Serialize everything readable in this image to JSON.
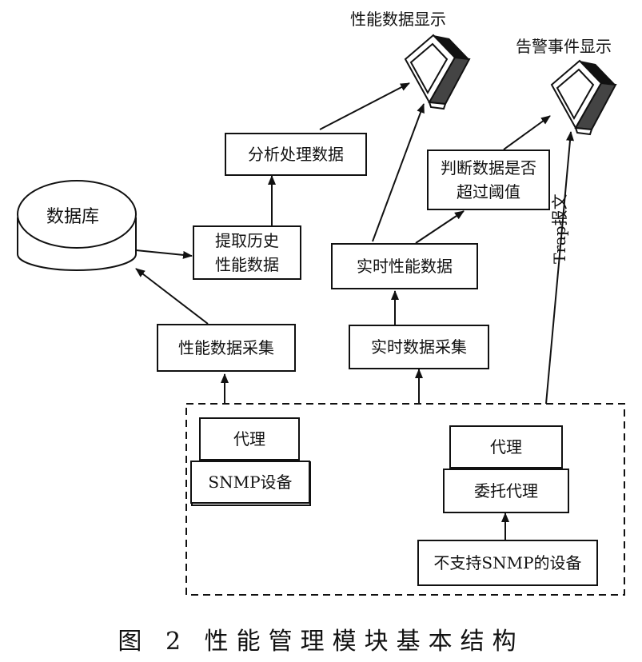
{
  "nodes": {
    "perf_display": "性能数据显示",
    "alarm_display": "告警事件显示",
    "database": "数据库",
    "analyze": "分析处理数据",
    "extract_line1": "提取历史",
    "extract_line2": "性能数据",
    "judge_line1": "判断数据是否",
    "judge_line2": "超过阈值",
    "realtime_data": "实时性能数据",
    "perf_collect": "性能数据采集",
    "realtime_collect": "实时数据采集",
    "agent_left": "代理",
    "snmp_device": "SNMP设备",
    "agent_right": "代理",
    "proxy_agent": "委托代理",
    "non_snmp_device": "不支持SNMP的设备"
  },
  "edge_labels": {
    "trap": "Trap报文"
  },
  "caption": "图 2  性能管理模块基本结构"
}
